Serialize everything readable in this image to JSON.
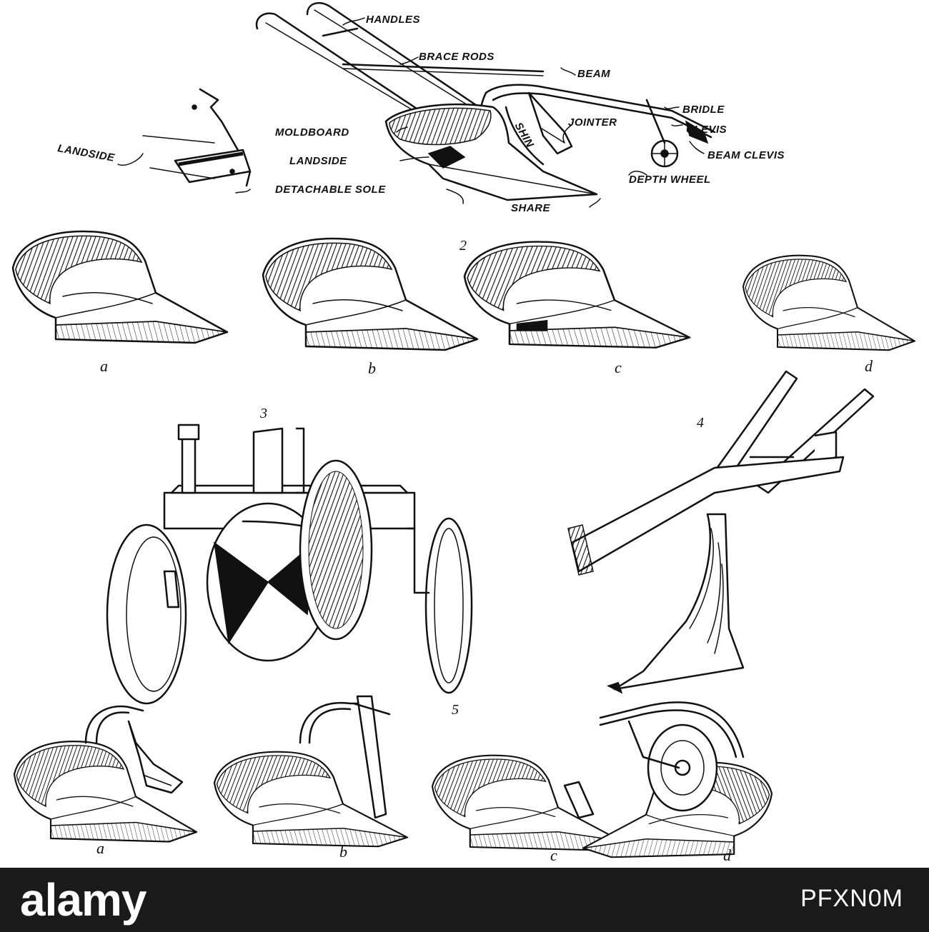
{
  "figure1": {
    "labels": {
      "handles": "HANDLES",
      "brace_rods": "BRACE RODS",
      "beam": "BEAM",
      "bridle": "BRIDLE",
      "clevis": "CLEVIS",
      "jointer": "JOINTER",
      "moldboard": "MOLDBOARD",
      "shin": "SHIN",
      "beam_clevis": "BEAM CLEVIS",
      "landside_inset": "LANDSIDE",
      "landside": "LANDSIDE",
      "detachable_sole": "DETACHABLE SOLE",
      "depth_wheel": "DEPTH WHEEL",
      "share": "SHARE"
    }
  },
  "figure_numbers": {
    "f2": "2",
    "f3": "3",
    "f4": "4",
    "f5": "5"
  },
  "row2_letters": [
    "a",
    "b",
    "c",
    "d"
  ],
  "row5_letters": [
    "a",
    "b",
    "c",
    "d"
  ],
  "footer": {
    "brand": "alamy",
    "stock_id": "PFXN0M"
  },
  "colors": {
    "ink": "#111111",
    "paper": "#ffffff",
    "footer_bg": "#1a1a1a",
    "footer_text": "#ffffff"
  }
}
